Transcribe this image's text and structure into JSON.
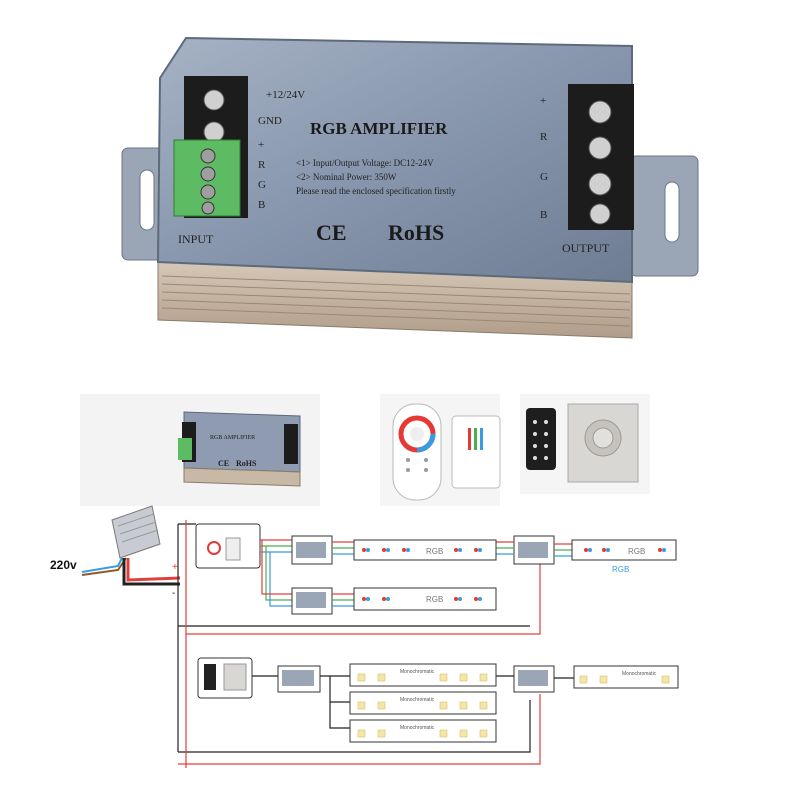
{
  "device": {
    "title": "RGB AMPLIFIER",
    "spec_line_1": "<1> Input/Output Voltage: DC12-24V",
    "spec_line_2": "<2> Nominal Power: 350W",
    "spec_line_3": "Please read the enclosed specification firstly",
    "ce_mark": "CE",
    "rohs_mark": "RoHS",
    "input_label": "INPUT",
    "output_label": "OUTPUT",
    "input_terminals": [
      "+12/24V",
      "GND",
      "+",
      "R",
      "G",
      "B"
    ],
    "output_terminals": [
      "+",
      "R",
      "G",
      "B"
    ]
  },
  "thumbnails": {
    "amp_title": "RGB AMPLIFIER",
    "amp_ce": "CE",
    "amp_rohs": "RoHS"
  },
  "wiring": {
    "mains_label": "220v",
    "polarity_plus": "+",
    "polarity_minus": "-",
    "rgb_strip_label": "RGB",
    "mono_strip_label": "Monochromatic"
  },
  "colors": {
    "red_wire": "#e0403c",
    "green_wire": "#4caf50",
    "blue_wire": "#3a9be0",
    "black_wire": "#222222",
    "case": "#8a9ab0",
    "terminal_green": "#5dbb63"
  }
}
